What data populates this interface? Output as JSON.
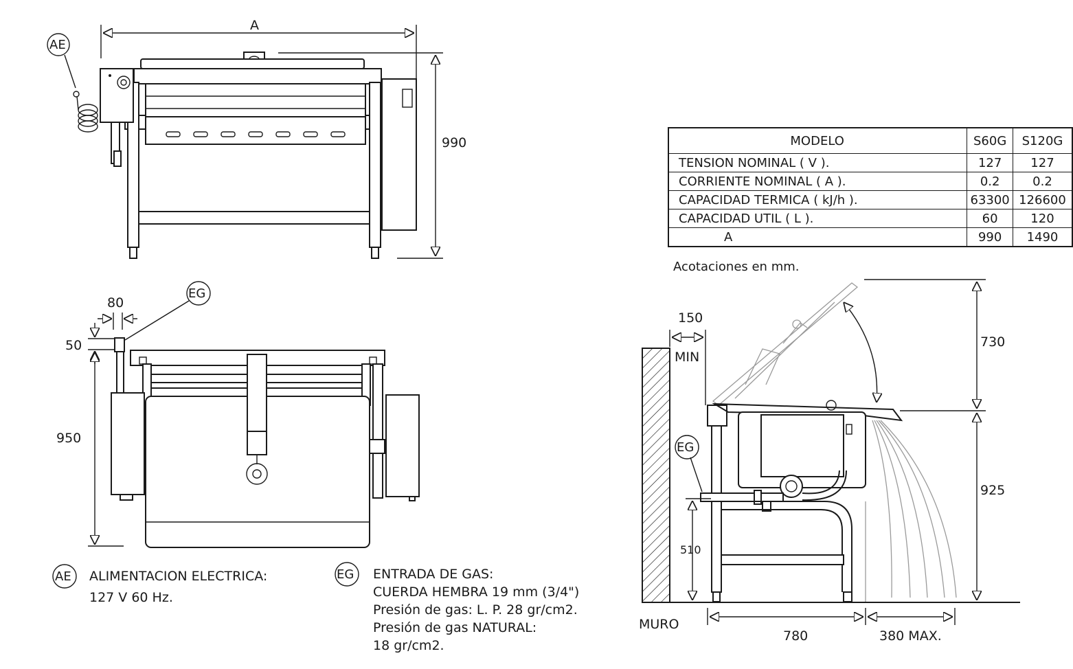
{
  "dimensions": {
    "front_width": "A",
    "front_height": "990",
    "side_80": "80",
    "side_50": "50",
    "side_950": "950",
    "tilt_150": "150",
    "tilt_min": "MIN",
    "tilt_730": "730",
    "tilt_925": "925",
    "tilt_510": "510",
    "tilt_780": "780",
    "tilt_380": "380 MAX.",
    "wall": "MURO"
  },
  "markers": {
    "ae": "AE",
    "eg": "EG",
    "eg_side": "EG",
    "ae_legend": "AE",
    "eg_legend": "EG"
  },
  "table": {
    "header": {
      "label": "MODELO",
      "m1": "S60G",
      "m2": "S120G"
    },
    "rows": [
      {
        "label": "TENSION NOMINAL  ( V ).",
        "m1": "127",
        "m2": "127"
      },
      {
        "label": "CORRIENTE NOMINAL  ( A ).",
        "m1": "0.2",
        "m2": "0.2"
      },
      {
        "label": "CAPACIDAD TERMICA  ( kJ/h ).",
        "m1": "63300",
        "m2": "126600"
      },
      {
        "label": "CAPACIDAD UTIL  ( L ).",
        "m1": "60",
        "m2": "120"
      },
      {
        "label": "A",
        "m1": "990",
        "m2": "1490"
      }
    ],
    "note": "Acotaciones en mm."
  },
  "legend": {
    "ae_title": "ALIMENTACION ELECTRICA:",
    "ae_value": "127 V  60 Hz.",
    "eg_title": "ENTRADA DE GAS:",
    "eg_line1": "CUERDA HEMBRA  19 mm (3/4\")",
    "eg_line2": "Presión de gas:  L. P. 28 gr/cm2.",
    "eg_line3": "Presión de gas NATURAL:",
    "eg_line4": "18 gr/cm2."
  }
}
